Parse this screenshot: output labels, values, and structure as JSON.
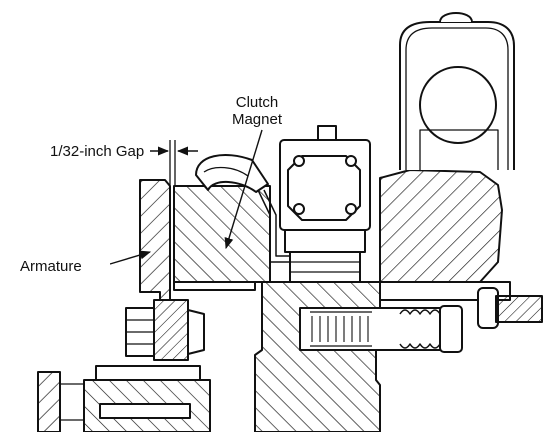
{
  "labels": {
    "gap": "1/32-inch Gap",
    "clutch_line1": "Clutch",
    "clutch_line2": "Magnet",
    "armature": "Armature"
  },
  "colors": {
    "line": "#111111",
    "background": "#ffffff",
    "fill": "#ffffff"
  }
}
